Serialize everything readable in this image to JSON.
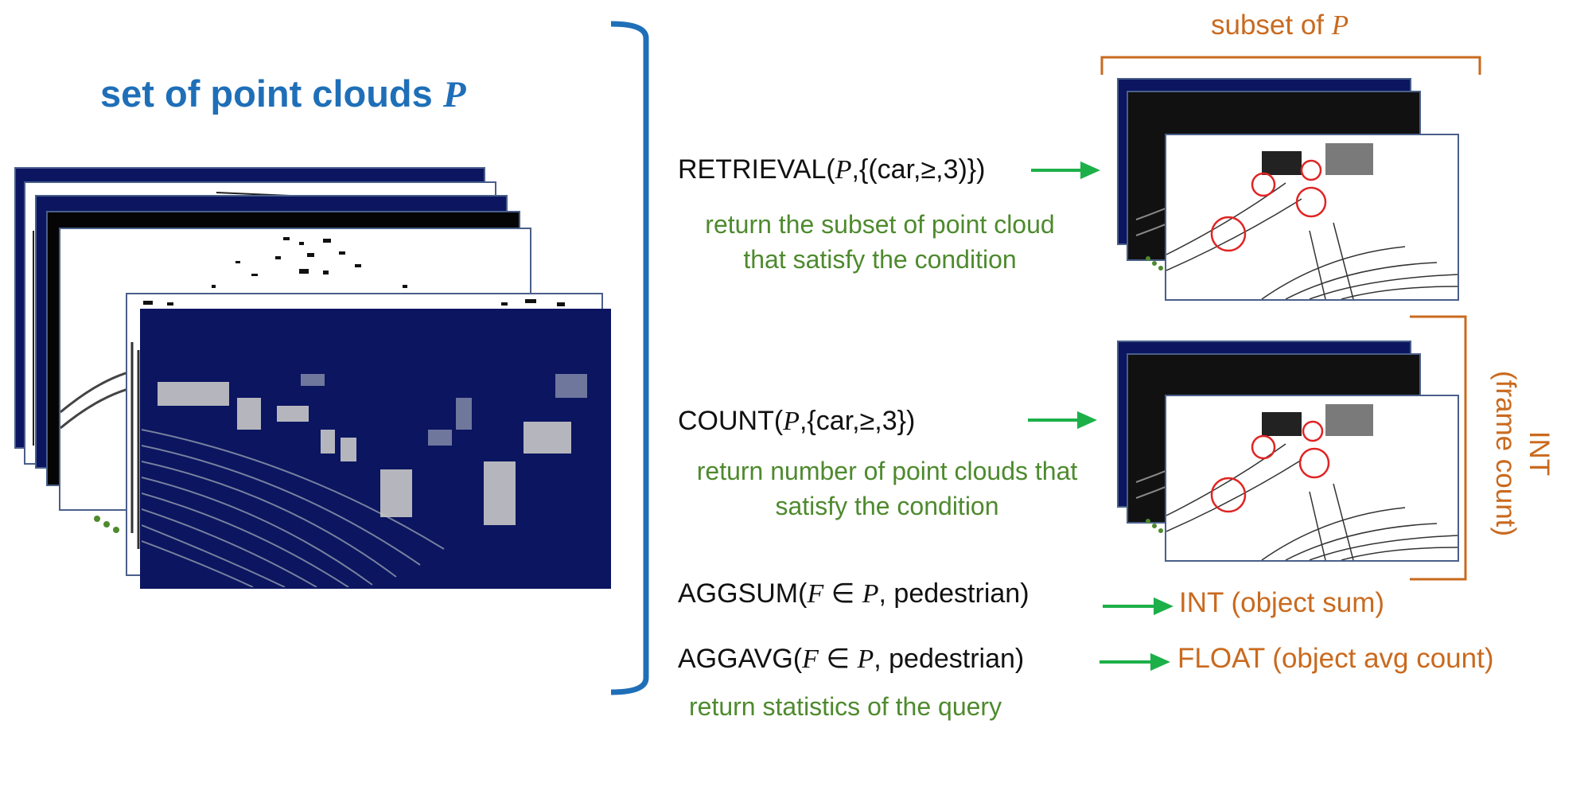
{
  "left": {
    "title_text": "set of point clouds ",
    "title_var": "P"
  },
  "queries": {
    "retrieval": {
      "prefix": "RETRIEVAL(",
      "var": "P",
      "suffix": ",{(car,≥,3)})",
      "desc_line1": "return the subset of point cloud",
      "desc_line2": "that satisfy the condition"
    },
    "count": {
      "prefix": "COUNT(",
      "var": "P",
      "suffix": ",{car,≥,3})",
      "desc_line1": "return number of point clouds that",
      "desc_line2": "satisfy the condition"
    },
    "aggsum": {
      "prefix": "AGGSUM(",
      "var1": "F",
      "op": " ∈ ",
      "var2": "P",
      "suffix": ", pedestrian)"
    },
    "aggavg": {
      "prefix": "AGGAVG(",
      "var1": "F",
      "op": " ∈ ",
      "var2": "P",
      "suffix": ", pedestrian)",
      "desc": "return statistics of the query"
    }
  },
  "outputs": {
    "subset_text": "subset of ",
    "subset_var": "P",
    "int_frame_count": "INT",
    "int_frame_count_sub": "(frame count)",
    "int_object_sum": "INT (object sum)",
    "float_object_avg": "FLOAT (object avg count)"
  },
  "colors": {
    "blue": "#1f6fb8",
    "green_arrow": "#1db049",
    "green_text": "#4e8a2e",
    "orange": "#c96a1f",
    "navy": "#0b1560"
  }
}
